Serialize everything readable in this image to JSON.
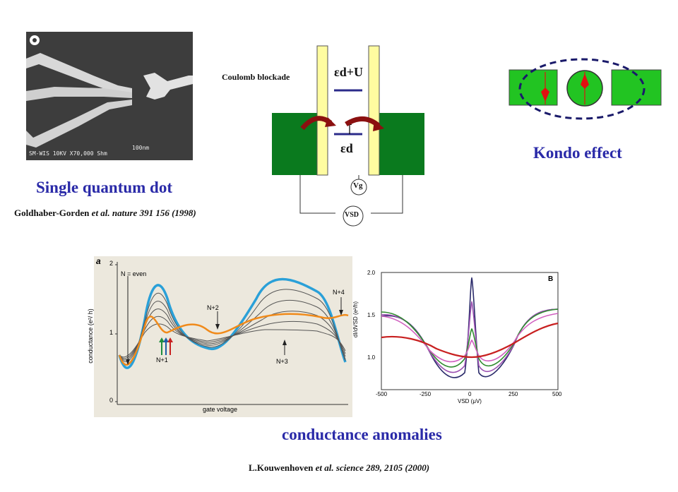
{
  "colors": {
    "title_blue": "#2a2aa8",
    "lead_green": "#0a7a1e",
    "kondo_green": "#22c422",
    "gate_yellow": "#fffca0",
    "arrow_red": "#8b1010",
    "level_blue": "#2b2b8a",
    "spin_red": "#e01010"
  },
  "sem": {
    "scalebar_text": "100nm",
    "footer_text": "SM-WIS  10KV  X70,000  Shm"
  },
  "single_dot": {
    "title": "Single quantum dot",
    "ref_authors": "Goldhaber-Gorden",
    "ref_etal": "et al.",
    "ref_journal": "nature 391 156 (1998)"
  },
  "schematic": {
    "coulomb_label": "Coulomb blockade",
    "upper_level": "εd+U",
    "lower_level": "εd",
    "vg_label": "Vg",
    "vsd_label": "VSD"
  },
  "kondo": {
    "title": "Kondo effect"
  },
  "left_plot": {
    "panel_label": "a",
    "ylabel": "conductance (e²/ h)",
    "xlabel": "gate voltage",
    "yticks": [
      "0",
      "1",
      "2"
    ],
    "annotations": [
      "N = even",
      "N+1",
      "N+2",
      "N+3",
      "N+4"
    ]
  },
  "right_plot": {
    "panel_label": "B",
    "ylabel": "dI/dVSD (e²/h)",
    "xlabel": "VSD (μV)",
    "yticks": [
      "1.0",
      "1.5",
      "2.0"
    ],
    "xticks": [
      "-500",
      "-250",
      "0",
      "250",
      "500"
    ]
  },
  "bottom": {
    "title": "conductance anomalies",
    "ref_authors": "L.Kouwenhoven",
    "ref_etal": "et al.",
    "ref_journal": "science 289, 2105 (2000)"
  }
}
